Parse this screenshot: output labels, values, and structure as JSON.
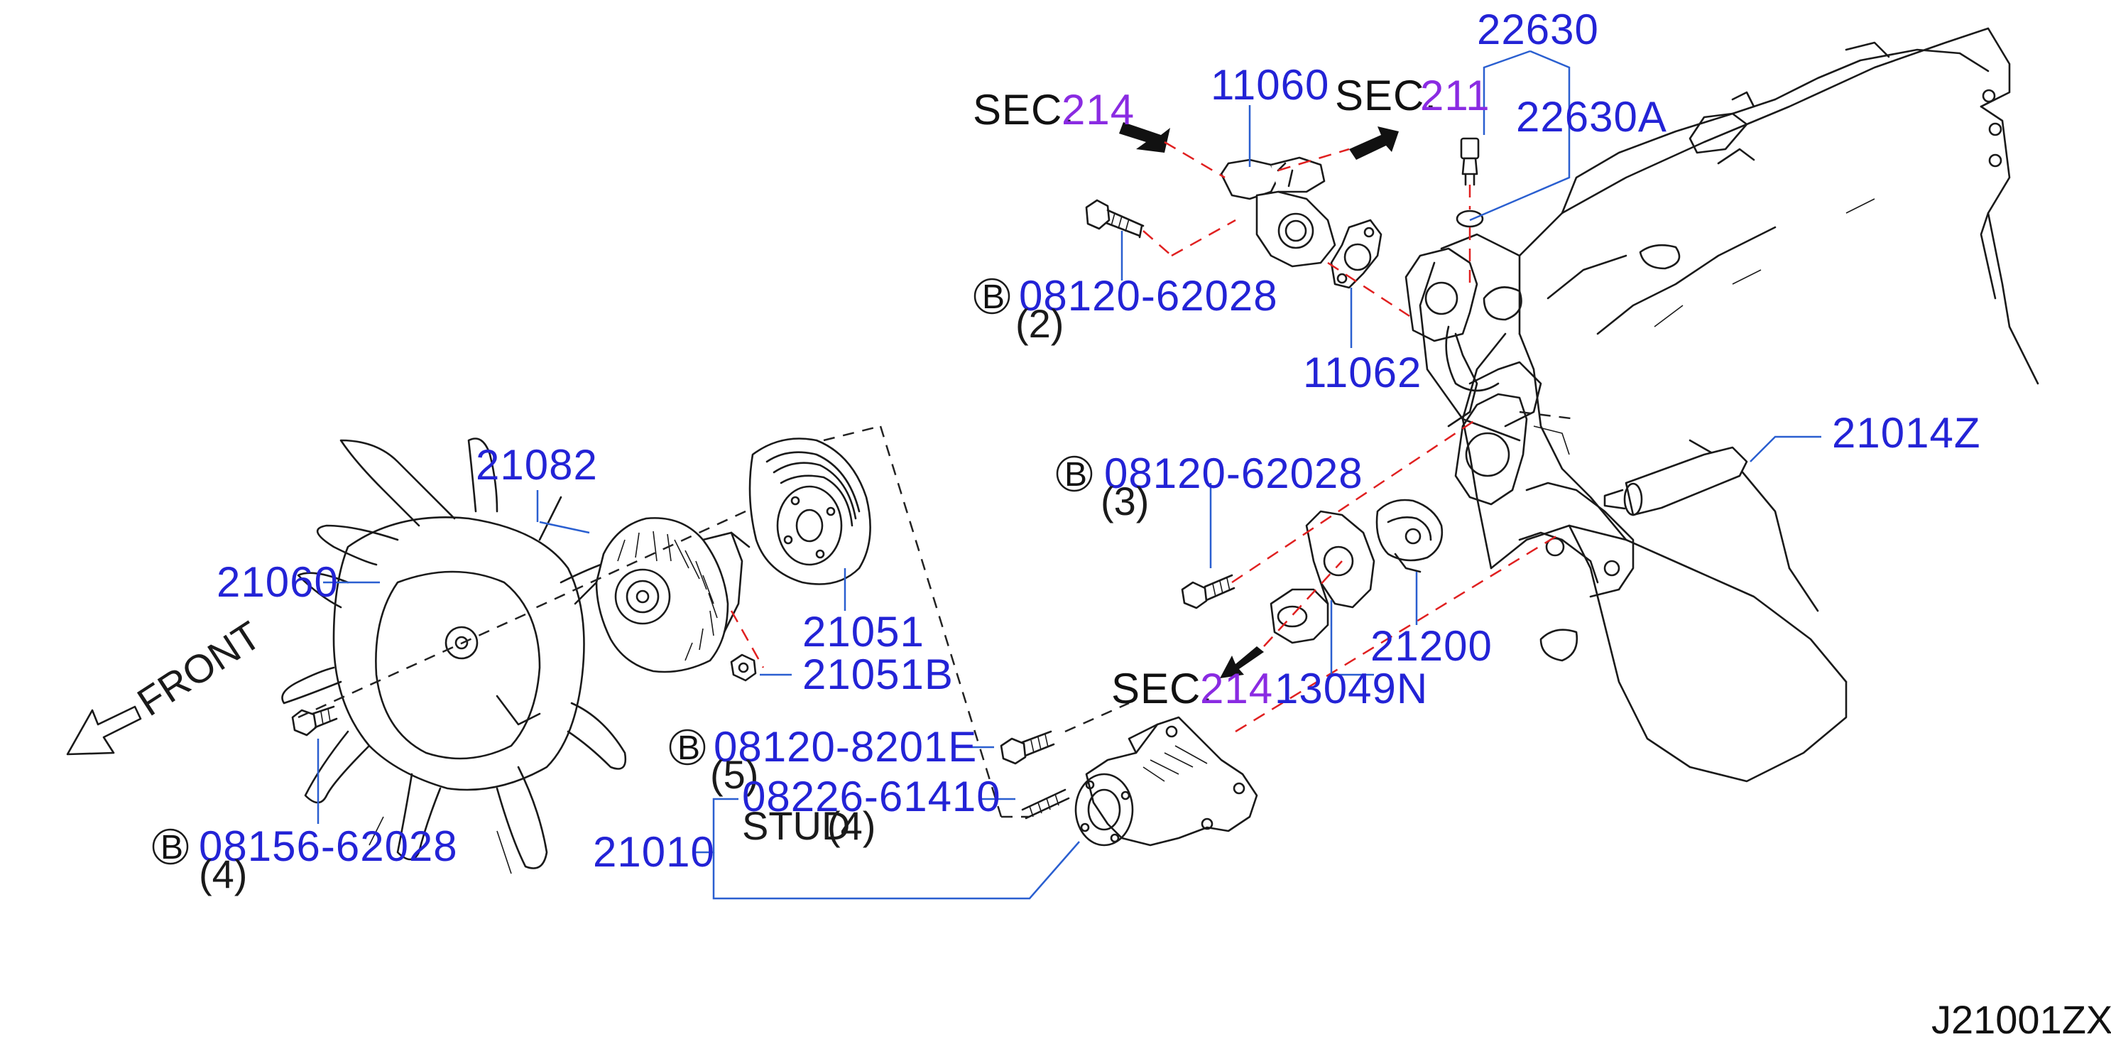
{
  "sections": {
    "sec_label": "SEC.",
    "sec_214_top": "214",
    "sec_211": "211",
    "sec_214_bottom": "214"
  },
  "parts": {
    "p11060": "11060",
    "p11062": "11062",
    "p22630": "22630",
    "p22630A": "22630A",
    "p21082": "21082",
    "p21060": "21060",
    "p21051": "21051",
    "p21051B": "21051B",
    "p21014Z": "21014Z",
    "p21200": "21200",
    "p13049N": "13049N",
    "p21010": "21010"
  },
  "bolts": {
    "b1": {
      "marker": "B",
      "number": "08120-62028",
      "qty": "(2)"
    },
    "b2": {
      "marker": "B",
      "number": "08120-62028",
      "qty": "(3)"
    },
    "b3": {
      "marker": "B",
      "number": "08120-8201E",
      "qty": "(5)"
    },
    "b4": {
      "marker": "B",
      "number": "08156-62028",
      "qty": "(4)"
    },
    "stud": {
      "number": "08226-61410",
      "label": "STUD",
      "qty": "(4)"
    }
  },
  "front": "FRONT",
  "diagram_code": "J21001ZX",
  "colors": {
    "part_number": "#2323d6",
    "section_number": "#8a2be2",
    "leader_line": "#2a5fd0",
    "dashed_red": "#e02020",
    "ink": "#1a1a1a"
  }
}
